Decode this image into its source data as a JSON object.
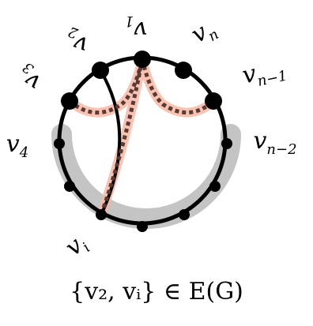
{
  "vertices": {
    "v1": {
      "base": "v",
      "sub": "1"
    },
    "v2": {
      "base": "v",
      "sub": "2"
    },
    "v3": {
      "base": "v",
      "sub": "3"
    },
    "v4": {
      "base": "v",
      "sub": "4"
    },
    "vn": {
      "base": "v",
      "sub": "n"
    },
    "vn1": {
      "base": "v",
      "sub": "n−1"
    },
    "vn2": {
      "base": "v",
      "sub": "n−2"
    },
    "vi": {
      "base": "v",
      "sub": "i"
    }
  },
  "caption": "{v₂, vᵢ} ∈ E(G)",
  "colors": {
    "gray_band": "#c4c4c4",
    "salmon_highlight": "#f7b9a6",
    "dotted_path": "#5a3a33",
    "edge": "#000000"
  }
}
